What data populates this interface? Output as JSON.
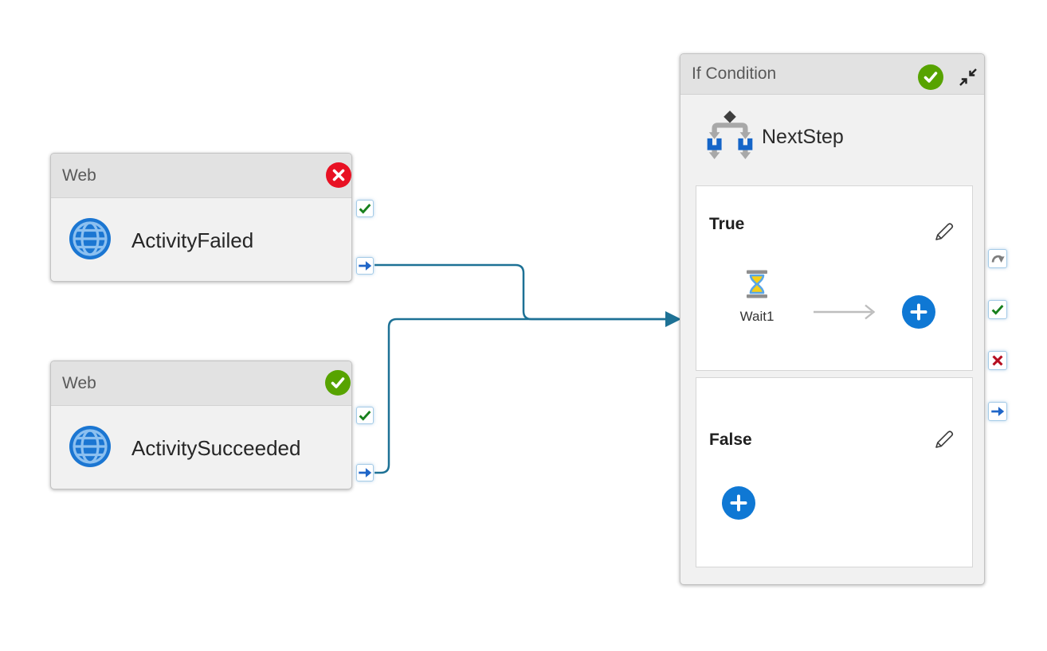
{
  "activities": {
    "web_failed": {
      "type_label": "Web",
      "name": "ActivityFailed",
      "status": "failed"
    },
    "web_succeeded": {
      "type_label": "Web",
      "name": "ActivitySucceeded",
      "status": "succeeded"
    },
    "if_condition": {
      "type_label": "If Condition",
      "name": "NextStep",
      "status": "succeeded",
      "true_branch": {
        "label": "True",
        "children": [
          {
            "name": "Wait1",
            "type": "wait"
          }
        ]
      },
      "false_branch": {
        "label": "False",
        "children": []
      }
    }
  },
  "edges": [
    {
      "from": "ActivityFailed",
      "from_port": "completion",
      "to": "NextStep"
    },
    {
      "from": "ActivitySucceeded",
      "from_port": "completion",
      "to": "NextStep"
    }
  ],
  "icons": {
    "web_activity": "globe",
    "if_activity": "branch-diamond",
    "wait_activity": "hourglass",
    "status_succeeded": "check-circle",
    "status_failed": "x-circle",
    "port_skipped": "curved-arrow",
    "port_succeeded": "check",
    "port_failed": "x",
    "port_completion": "arrow-right",
    "edit": "pencil",
    "add": "plus-circle",
    "collapse": "diagonal-arrows-inward"
  },
  "colors": {
    "node_header_bg": "#e2e2e2",
    "node_body_bg": "#f1f1f1",
    "panel_bg": "#ffffff",
    "edge_teal": "#1d7195",
    "status_green": "#57a300",
    "status_red": "#e81123",
    "port_green": "#17801d",
    "port_red": "#b50d1f",
    "port_blue": "#1f66c8",
    "port_gray": "#7e7e7e",
    "accent_blue": "#0f78d4",
    "globe_blue": "#1b76d2"
  }
}
